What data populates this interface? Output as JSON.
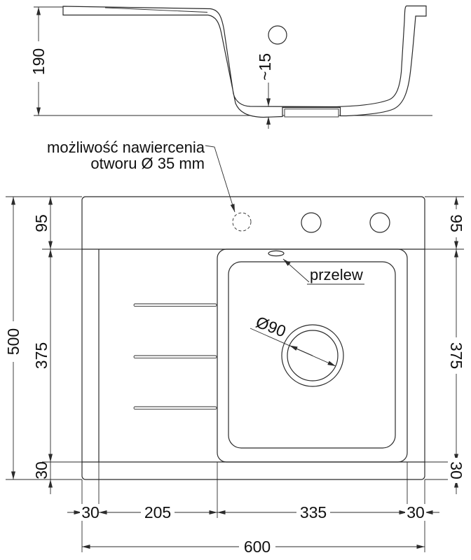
{
  "drawing": {
    "kind": "sink technical drawing",
    "views": [
      "cross-section",
      "plan"
    ]
  },
  "labels": {
    "drill_note_line1": "możliwość nawiercenia",
    "drill_note_line2": "otworu Ø 35 mm",
    "overflow": "przelew",
    "drain_diameter": "Ø90"
  },
  "dims": {
    "section_height": "190",
    "bottom_thickness": "~15",
    "total_depth": "500",
    "rim_depth": "95",
    "bowl_depth": "375",
    "bottom_margin": "30",
    "left_margin": "30",
    "drainer_width": "205",
    "bowl_width": "335",
    "right_margin": "30",
    "total_width": "600"
  },
  "colors": {
    "line": "#2b2b2b",
    "text": "#101010",
    "background": "#ffffff"
  }
}
